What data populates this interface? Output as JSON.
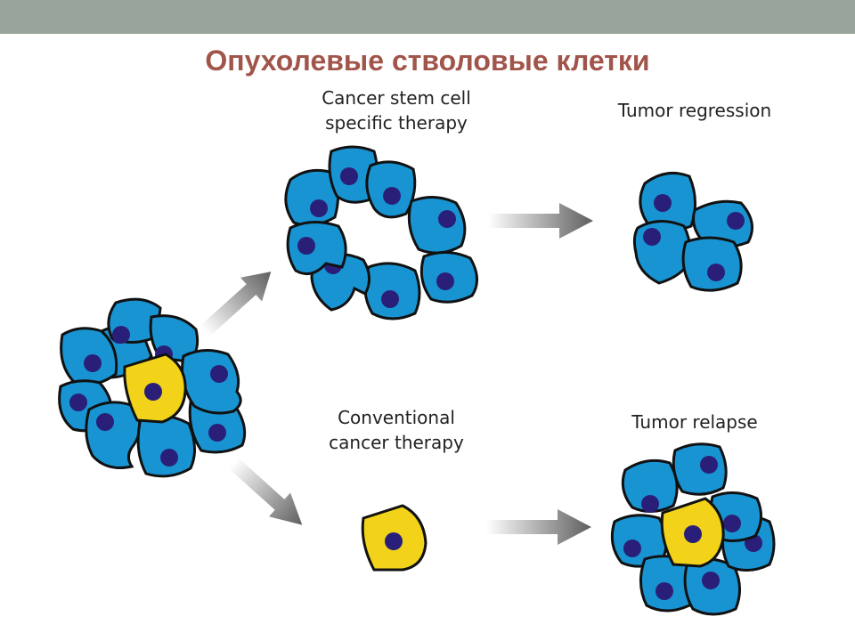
{
  "slide": {
    "title": "Опухолевые стволовые клетки"
  },
  "labels": {
    "csc_therapy_line1": "Cancer stem cell",
    "csc_therapy_line2": "specific therapy",
    "tumor_regression": "Tumor regression",
    "conventional_line1": "Conventional",
    "conventional_line2": "cancer therapy",
    "tumor_relapse": "Tumor relapse"
  },
  "colors": {
    "header_bar": "#98a49a",
    "title": "#a1554a",
    "cancer_cell": "#1994d2",
    "stem_cell": "#f2d31a",
    "nucleus": "#2a1f78",
    "arrow": "#5f5f5f"
  }
}
